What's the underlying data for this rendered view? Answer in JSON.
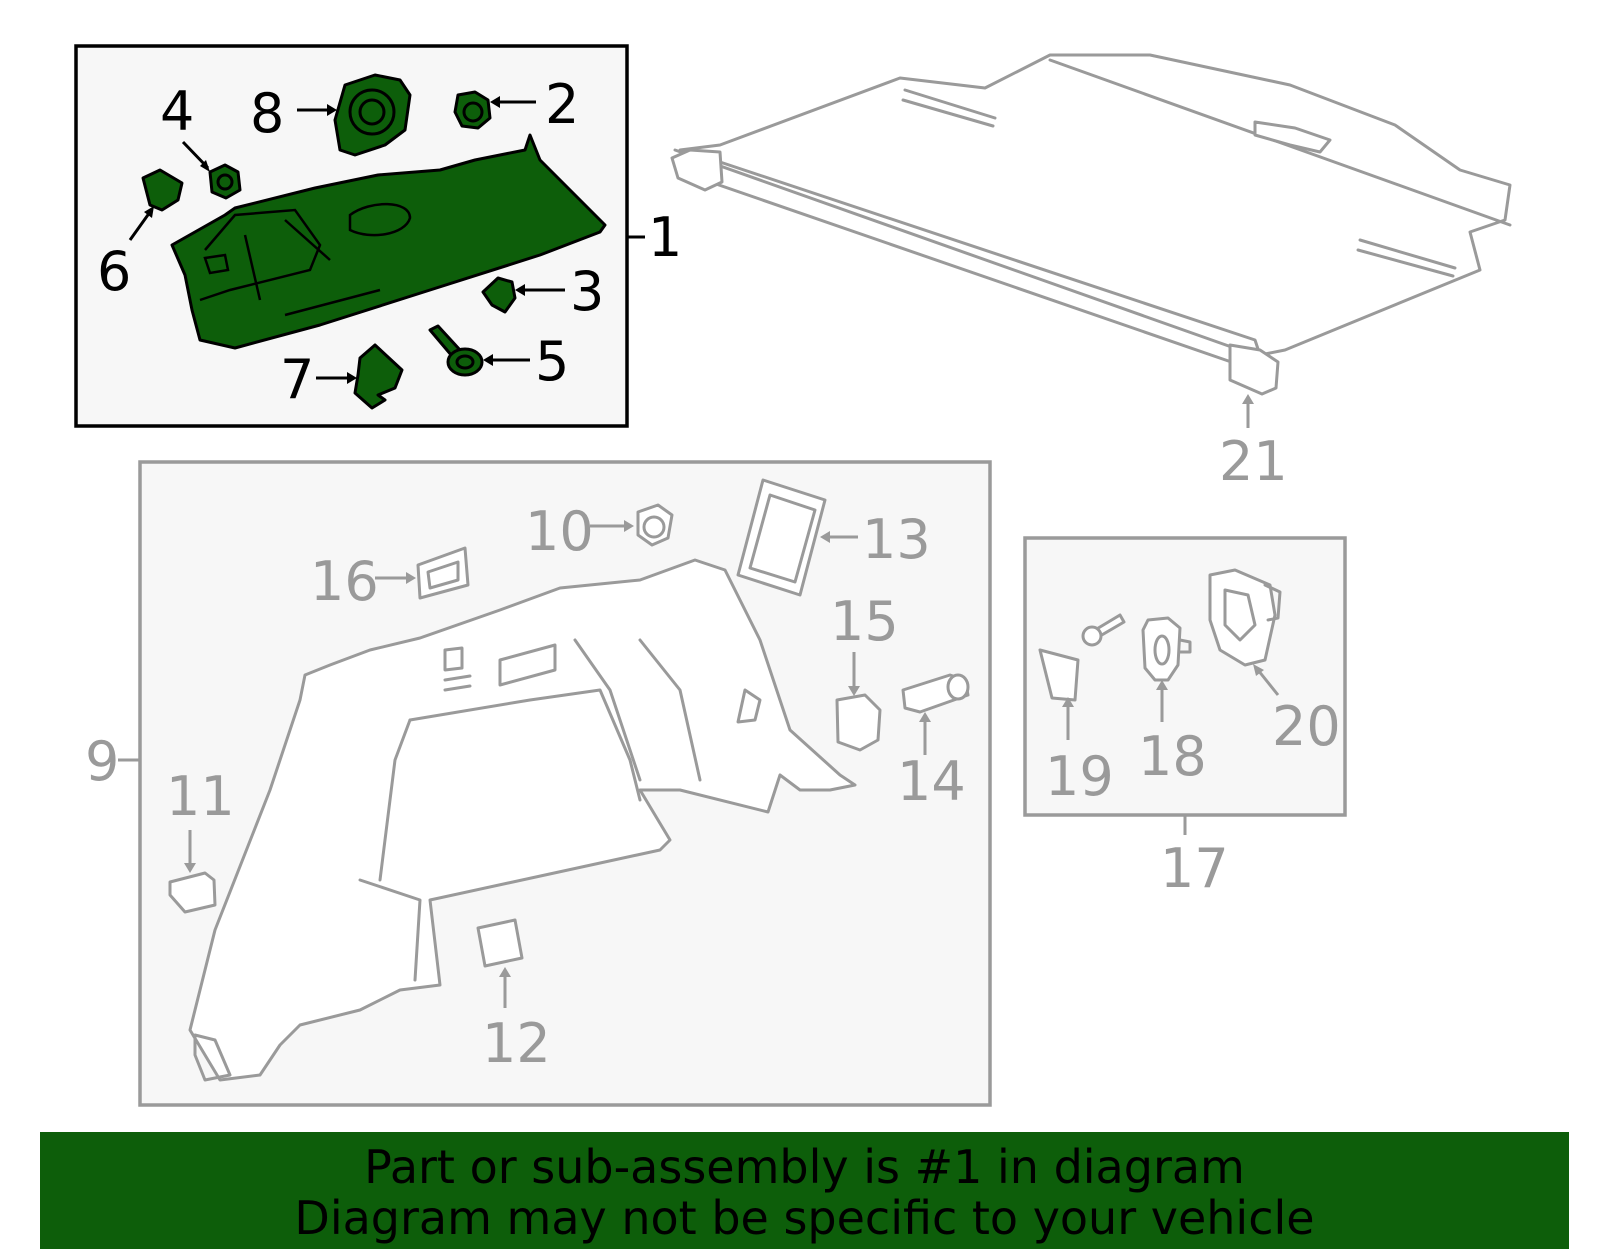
{
  "callouts": {
    "c1": "1",
    "c2": "2",
    "c3": "3",
    "c4": "4",
    "c5": "5",
    "c6": "6",
    "c7": "7",
    "c8": "8",
    "c9": "9",
    "c10": "10",
    "c11": "11",
    "c12": "12",
    "c13": "13",
    "c14": "14",
    "c15": "15",
    "c16": "16",
    "c17": "17",
    "c18": "18",
    "c19": "19",
    "c20": "20",
    "c21": "21"
  },
  "highlight": {
    "part_number": "1",
    "color": "#0d5e0a"
  },
  "colors": {
    "highlight_fill": "#0d5e0a",
    "part_outline": "#9a9a9a",
    "box_fill": "#f7f7f7"
  },
  "banner": {
    "line1": "Part or sub-assembly is #1 in diagram",
    "line2": "Diagram may not be specific to your vehicle"
  }
}
